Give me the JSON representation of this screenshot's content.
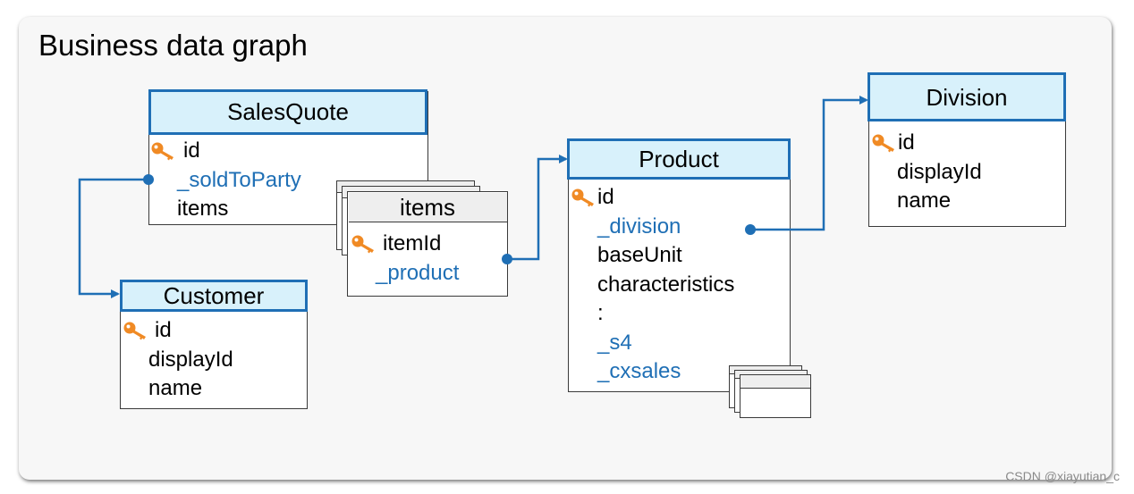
{
  "title": "Business data graph",
  "entities": {
    "salesquote": {
      "name": "SalesQuote",
      "fields": [
        "id",
        "_soldToParty",
        "items"
      ]
    },
    "items": {
      "name": "items",
      "fields": [
        "itemId",
        "_product"
      ]
    },
    "customer": {
      "name": "Customer",
      "fields": [
        "id",
        "displayId",
        "name"
      ]
    },
    "product": {
      "name": "Product",
      "fields": [
        "id",
        "_division",
        "baseUnit",
        "characteristics",
        ":",
        "_s4",
        "_cxsales"
      ]
    },
    "division": {
      "name": "Division",
      "fields": [
        "id",
        "displayId",
        "name"
      ]
    }
  },
  "colors": {
    "header_fill": "#d8f1fb",
    "header_border": "#1f6fb5",
    "navigation_link": "#1f6fb5",
    "key_icon": "#f08a24"
  },
  "watermark": "CSDN @xiayutian_c"
}
